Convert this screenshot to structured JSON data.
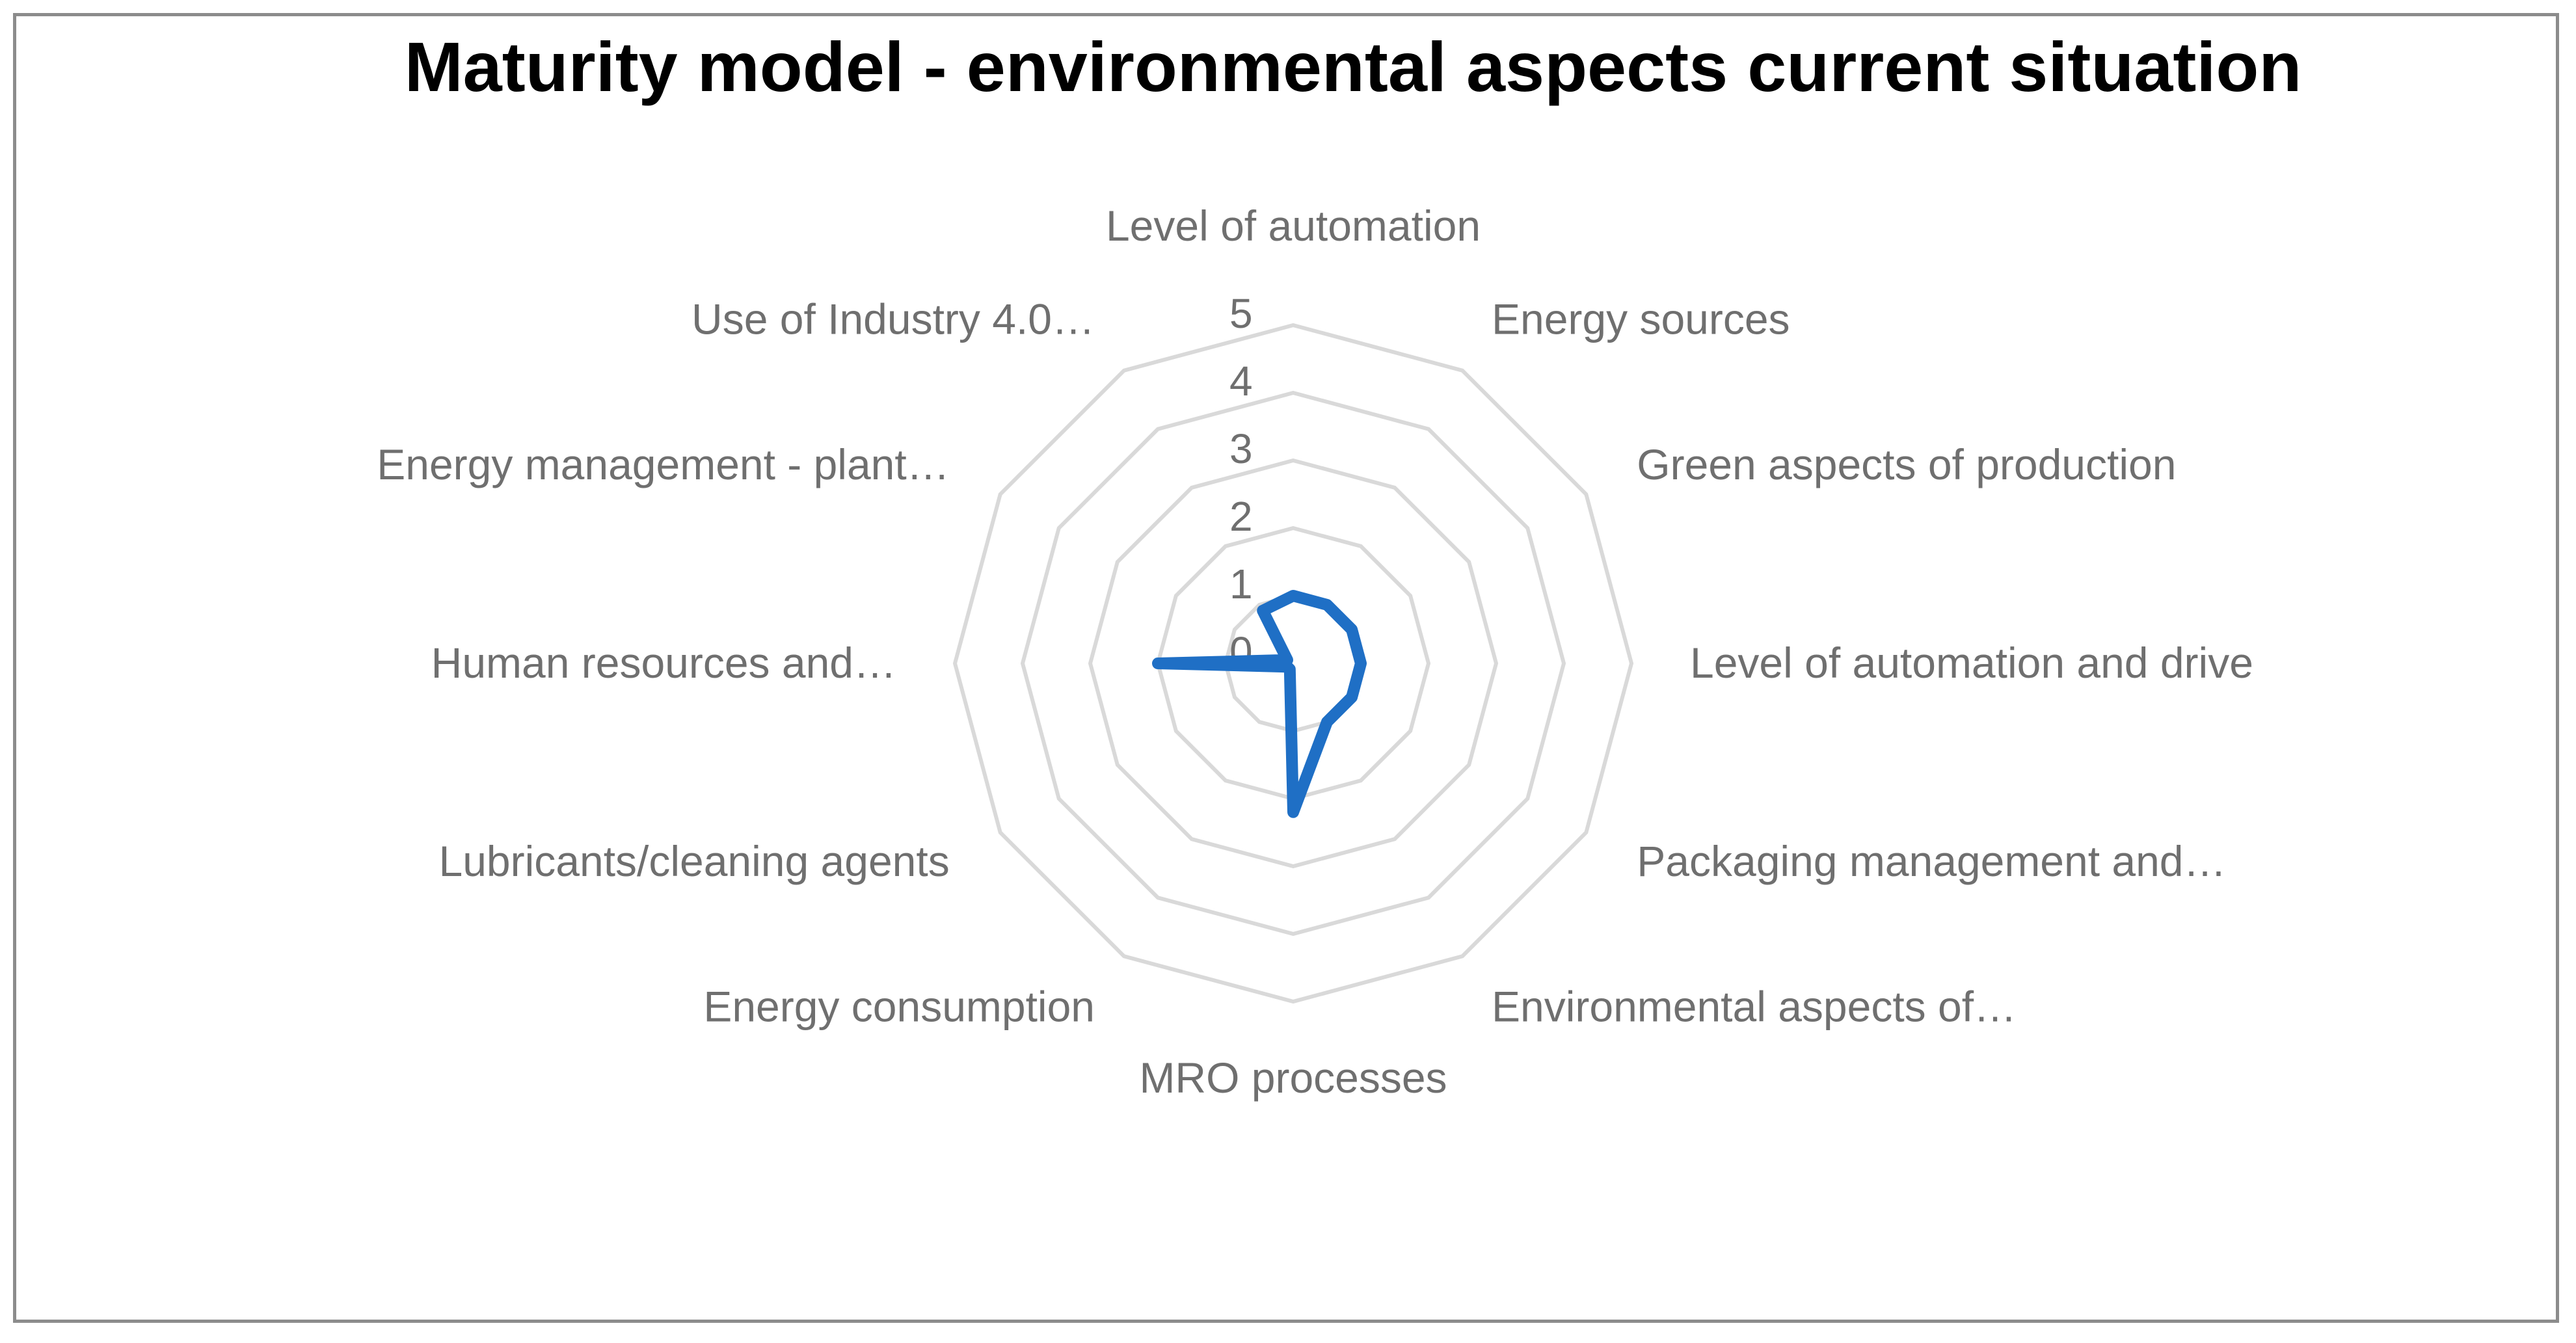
{
  "chart_data": {
    "type": "radar",
    "title": "Maturity model - environmental aspects current situation",
    "categories": [
      "Level of automation",
      "Energy sources",
      "Green aspects of production",
      "Level of automation and drive",
      "Packaging management and…",
      "Environmental aspects of…",
      "MRO processes",
      "Energy consumption",
      "Lubricants/cleaning agents",
      "Human resources and…",
      "Energy management -  plant…",
      "Use of Industry 4.0…"
    ],
    "series": [
      {
        "values": [
          1,
          1,
          1,
          1,
          1,
          1,
          2.2,
          0.1,
          0.1,
          2,
          0.1,
          0.9
        ],
        "color": "#1f6fc5"
      }
    ],
    "radial_ticks": [
      "0",
      "1",
      "2",
      "3",
      "4",
      "5"
    ],
    "rlim": [
      0,
      5
    ],
    "grid": true,
    "grid_color": "#d9d9d9",
    "legend": "none"
  }
}
